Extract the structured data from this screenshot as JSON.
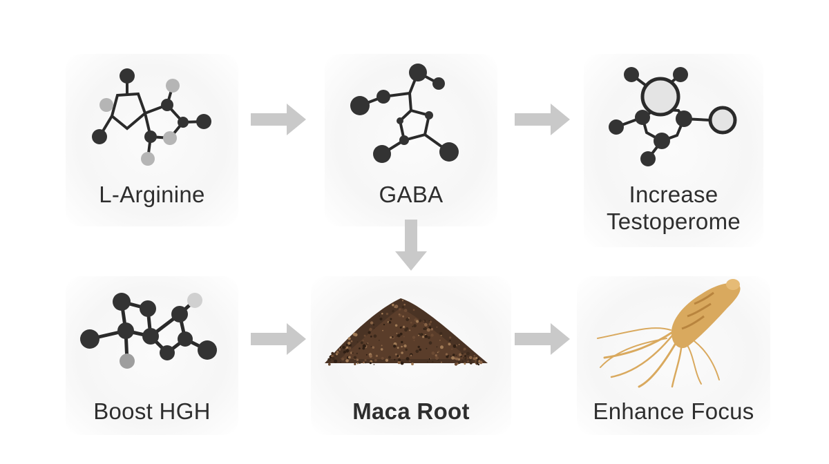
{
  "nodes": [
    {
      "id": "l-arginine",
      "label": "L-Arginine",
      "icon": "molecule-icon"
    },
    {
      "id": "gaba",
      "label": "GABA",
      "icon": "molecule-icon"
    },
    {
      "id": "increase-testoperome",
      "label_line1": "Increase",
      "label_line2": "Testoperome",
      "icon": "molecule-icon"
    },
    {
      "id": "boost-hgh",
      "label": "Boost HGH",
      "icon": "molecule-icon"
    },
    {
      "id": "maca-root",
      "label": "Maca Root",
      "icon": "powder-pile-icon"
    },
    {
      "id": "enhance-focus",
      "label": "Enhance Focus",
      "icon": "ginseng-root-icon"
    }
  ],
  "edges": [
    {
      "from": "l-arginine",
      "to": "gaba",
      "direction": "right"
    },
    {
      "from": "gaba",
      "to": "increase-testoperome",
      "direction": "right"
    },
    {
      "from": "gaba",
      "to": "maca-root",
      "direction": "down"
    },
    {
      "from": "boost-hgh",
      "to": "maca-root",
      "direction": "right"
    },
    {
      "from": "maca-root",
      "to": "enhance-focus",
      "direction": "right"
    }
  ],
  "colors": {
    "atom_dark": "#333333",
    "atom_light": "#b5b5b5",
    "bond": "#2a2a2a",
    "arrow": "#c9c9c9",
    "text": "#2e2e2e",
    "powder": "#4a3324",
    "root": "#d9a95e"
  }
}
